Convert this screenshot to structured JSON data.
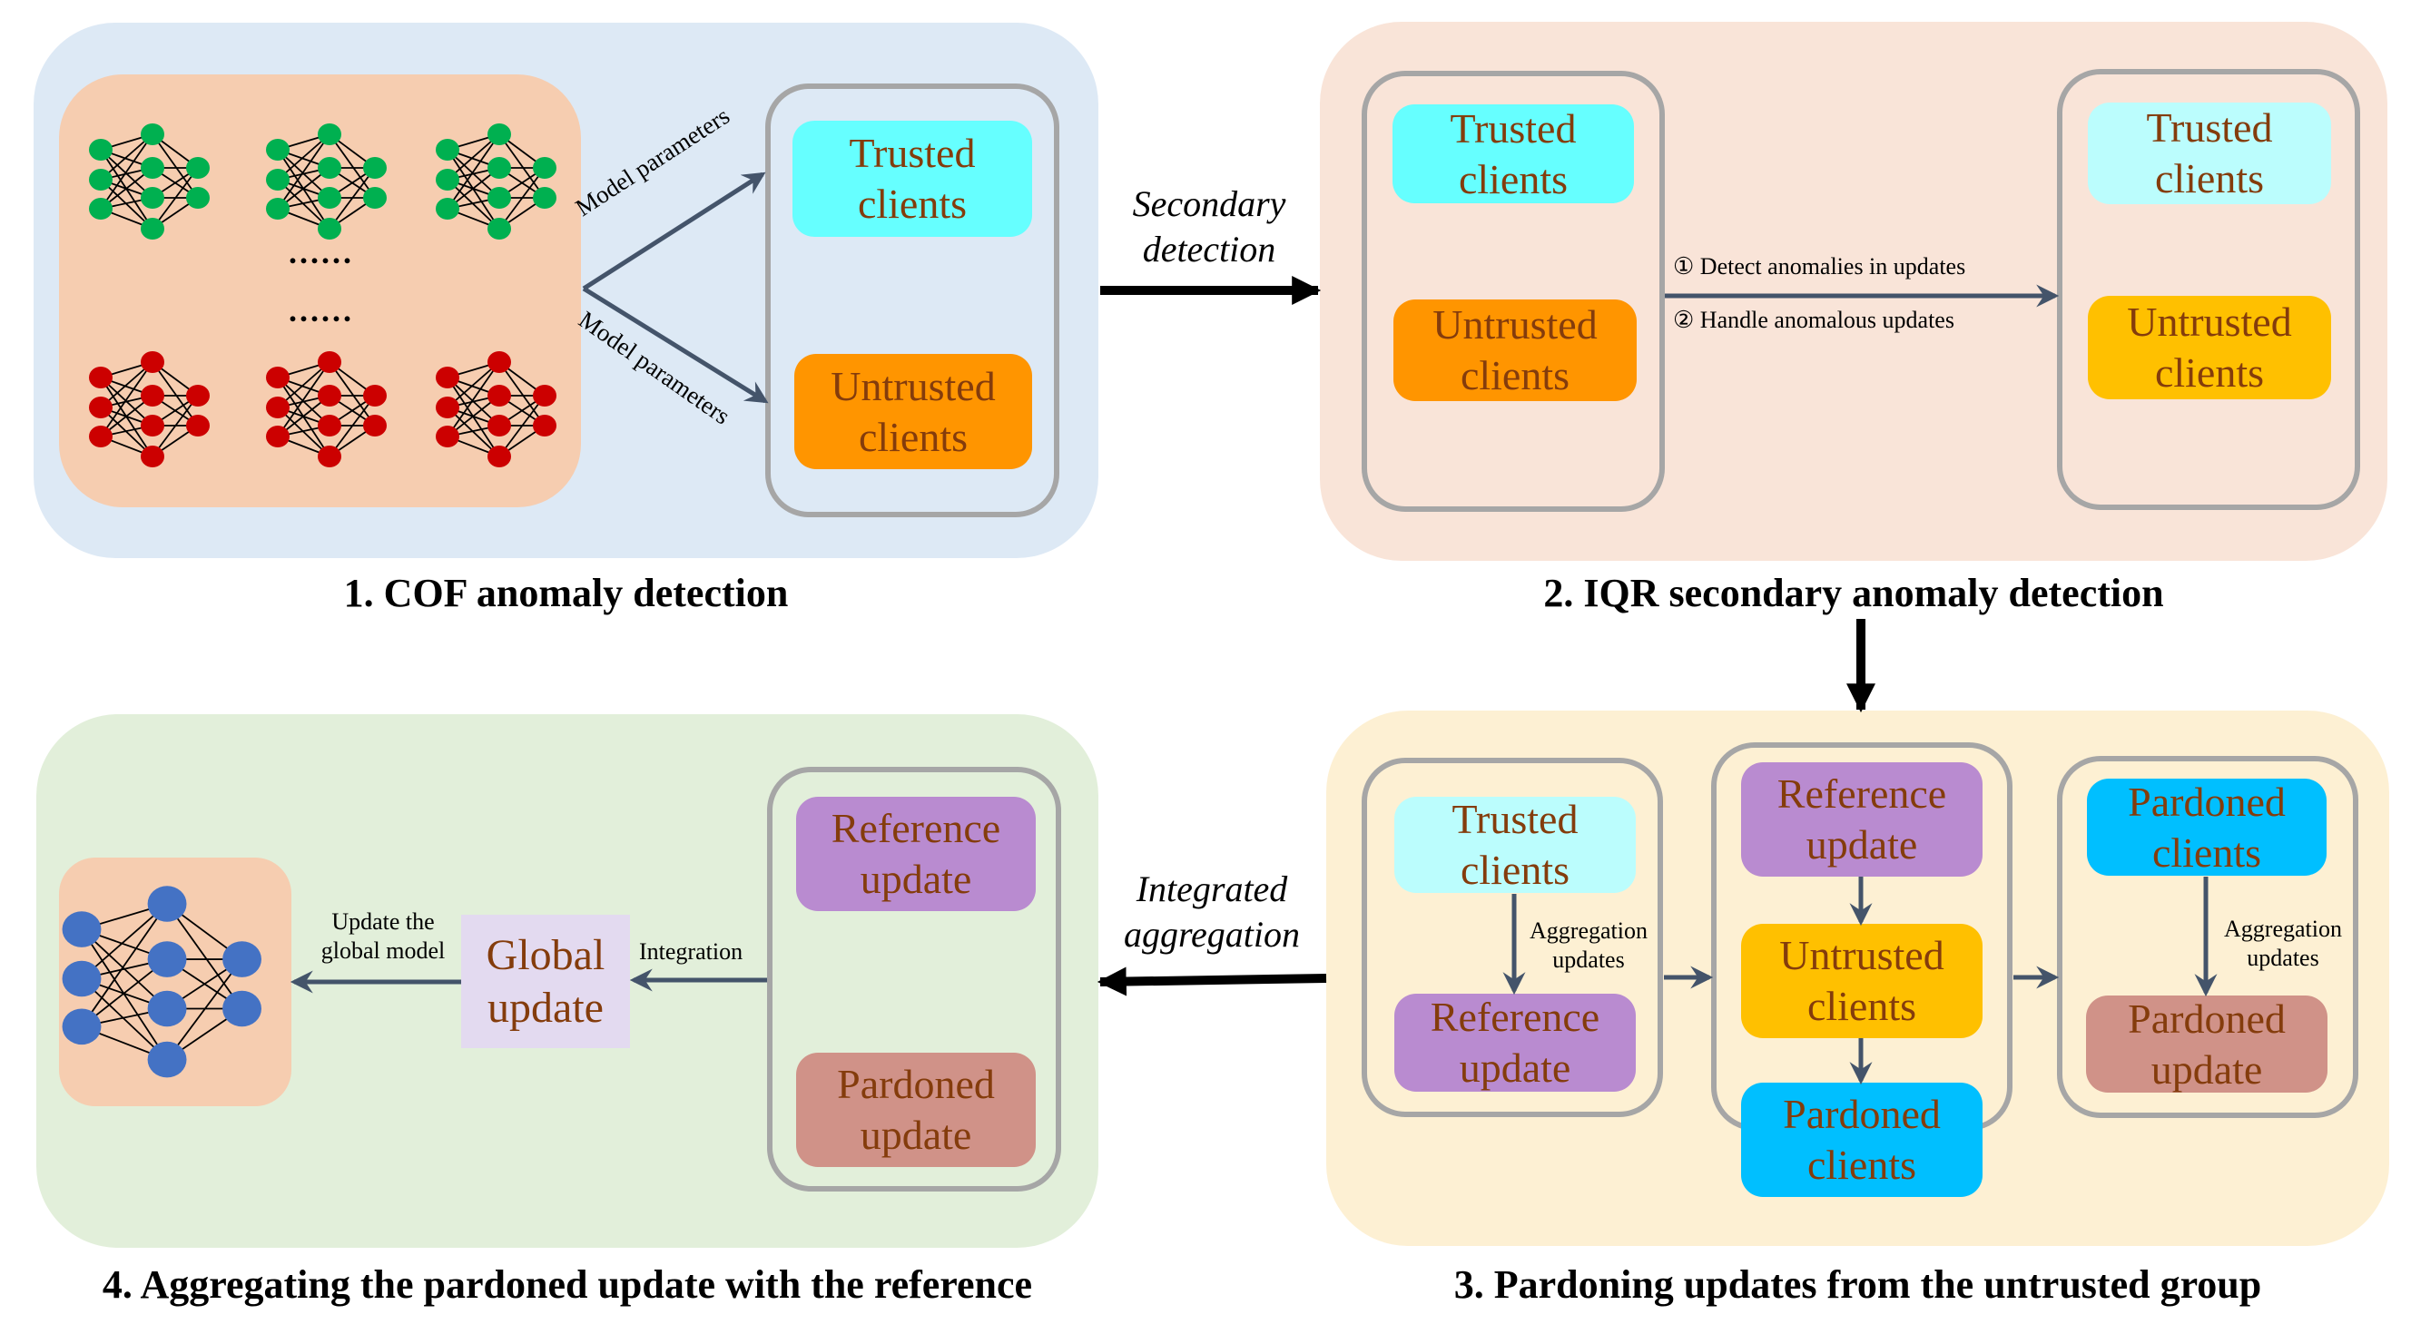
{
  "colors": {
    "panel1_bg": "#dde9f5",
    "panel2_bg": "#f9e4d8",
    "panel3_bg": "#fdf0d3",
    "panel4_bg": "#e2efda",
    "model_bg": "#f6cdb0",
    "trusted": "#66ffff",
    "trusted_light": "#bbfdfd",
    "untrusted": "#ff9500",
    "untrusted_yellow": "#ffc000",
    "reference": "#b98bd0",
    "pardoned_clients": "#00bfff",
    "pardoned_update": "#d09288",
    "global_update": "#e3daf0",
    "node_text": "#843c0c",
    "arrow": "#44546a",
    "green_node": "#00b050",
    "red_node": "#cc0000",
    "blue_node": "#4472c4"
  },
  "panel1": {
    "caption": "1. COF anomaly detection",
    "ellipsis_top": "......",
    "ellipsis_bottom": "......",
    "arrow_label_upper": "Model parameters",
    "arrow_label_lower": "Model parameters",
    "trusted": [
      "Trusted",
      "clients"
    ],
    "untrusted": [
      "Untrusted",
      "clients"
    ]
  },
  "connector_1_2": {
    "label": [
      "Secondary",
      "detection"
    ]
  },
  "panel2": {
    "caption": "2. IQR secondary anomaly detection",
    "left_trusted": [
      "Trusted",
      "clients"
    ],
    "left_untrusted": [
      "Untrusted",
      "clients"
    ],
    "step1": "① Detect anomalies in updates",
    "step2": "② Handle anomalous updates",
    "right_trusted": [
      "Trusted",
      "clients"
    ],
    "right_untrusted": [
      "Untrusted",
      "clients"
    ]
  },
  "panel3": {
    "caption": "3. Pardoning updates from the untrusted group",
    "g1_top": [
      "Trusted",
      "clients"
    ],
    "g1_bottom": [
      "Reference",
      "update"
    ],
    "g1_arrow_label": [
      "Aggregation",
      "updates"
    ],
    "g2_top": [
      "Reference",
      "update"
    ],
    "g2_mid": [
      "Untrusted",
      "clients"
    ],
    "g2_bottom": [
      "Pardoned",
      "clients"
    ],
    "g3_top": [
      "Pardoned",
      "clients"
    ],
    "g3_bottom": [
      "Pardoned",
      "update"
    ],
    "g3_arrow_label": [
      "Aggregation",
      "updates"
    ]
  },
  "connector_3_4": {
    "label": [
      "Integrated",
      "aggregation"
    ]
  },
  "panel4": {
    "caption": "4. Aggregating the pardoned update with the reference",
    "global_update": [
      "Global",
      "update"
    ],
    "update_label": [
      "Update the",
      "global model"
    ],
    "integration_label": "Integration",
    "reference": [
      "Reference",
      "update"
    ],
    "pardoned": [
      "Pardoned",
      "update"
    ]
  }
}
